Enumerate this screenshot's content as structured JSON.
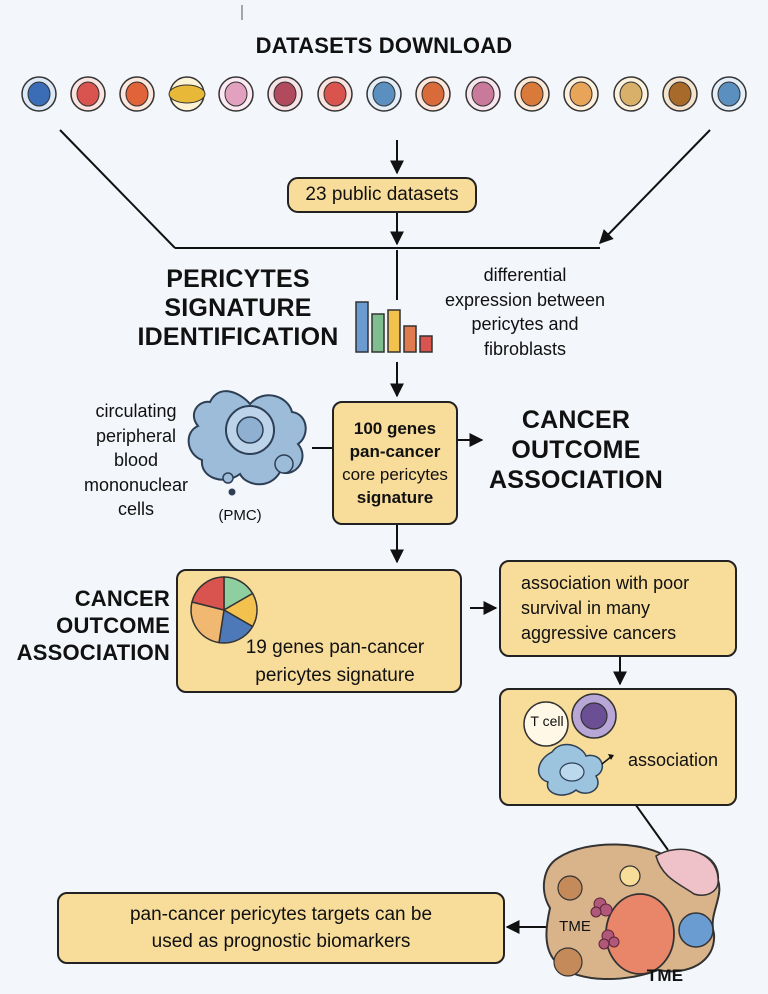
{
  "header": {
    "title": "DATASETS DOWNLOAD"
  },
  "tissue_icons": [
    "brain-icon",
    "stomach-icon",
    "kidney-icon",
    "colon-icon",
    "pancreas-icon",
    "lung-icon",
    "intestine-icon",
    "bladder-icon",
    "liver-icon",
    "uterus-icon",
    "prostate-icon",
    "breast-icon",
    "ovary-icon",
    "bone-icon",
    "skin-icon"
  ],
  "datasets_box": {
    "text": "23 public datasets"
  },
  "signature_section": {
    "title": [
      "PERICYTES",
      "SIGNATURE",
      "IDENTIFICATION"
    ],
    "diff_expr_text": [
      "differential",
      "expression between",
      "pericytes and",
      "fibroblasts"
    ],
    "bar_colors": [
      "#6a9bd1",
      "#7fbf8f",
      "#f2c14e",
      "#e07a4f",
      "#d9534f"
    ]
  },
  "pbmc": {
    "text": [
      "circulating",
      "peripheral",
      "blood",
      "mononuclear",
      "cells"
    ],
    "abbr": "(PMC)"
  },
  "core_box": {
    "lines": [
      "100 genes",
      "pan-cancer",
      "core pericytes",
      "signature"
    ]
  },
  "outcome_title_right": [
    "CANCER",
    "OUTCOME",
    "ASSOCIATION"
  ],
  "outcome_title_left": [
    "CANCER",
    "OUTCOME",
    "ASSOCIATION"
  ],
  "signature_box": {
    "lines": [
      "19 genes pan-cancer",
      "pericytes signature"
    ]
  },
  "survival_box": {
    "lines": [
      "association with poor",
      "survival in many",
      "aggressive cancers"
    ]
  },
  "immune_box": {
    "tcell_label": "T cell",
    "association_label": "association"
  },
  "biomarker_box": {
    "lines": [
      "pan-cancer pericytes targets can be",
      "used as prognostic biomarkers"
    ]
  },
  "tme": {
    "inner_label": "TME",
    "outer_label": "TME"
  },
  "colors": {
    "box_fill": "#f7dc9a",
    "cell_blue": "#9dbcd9",
    "arrow": "#111111"
  }
}
